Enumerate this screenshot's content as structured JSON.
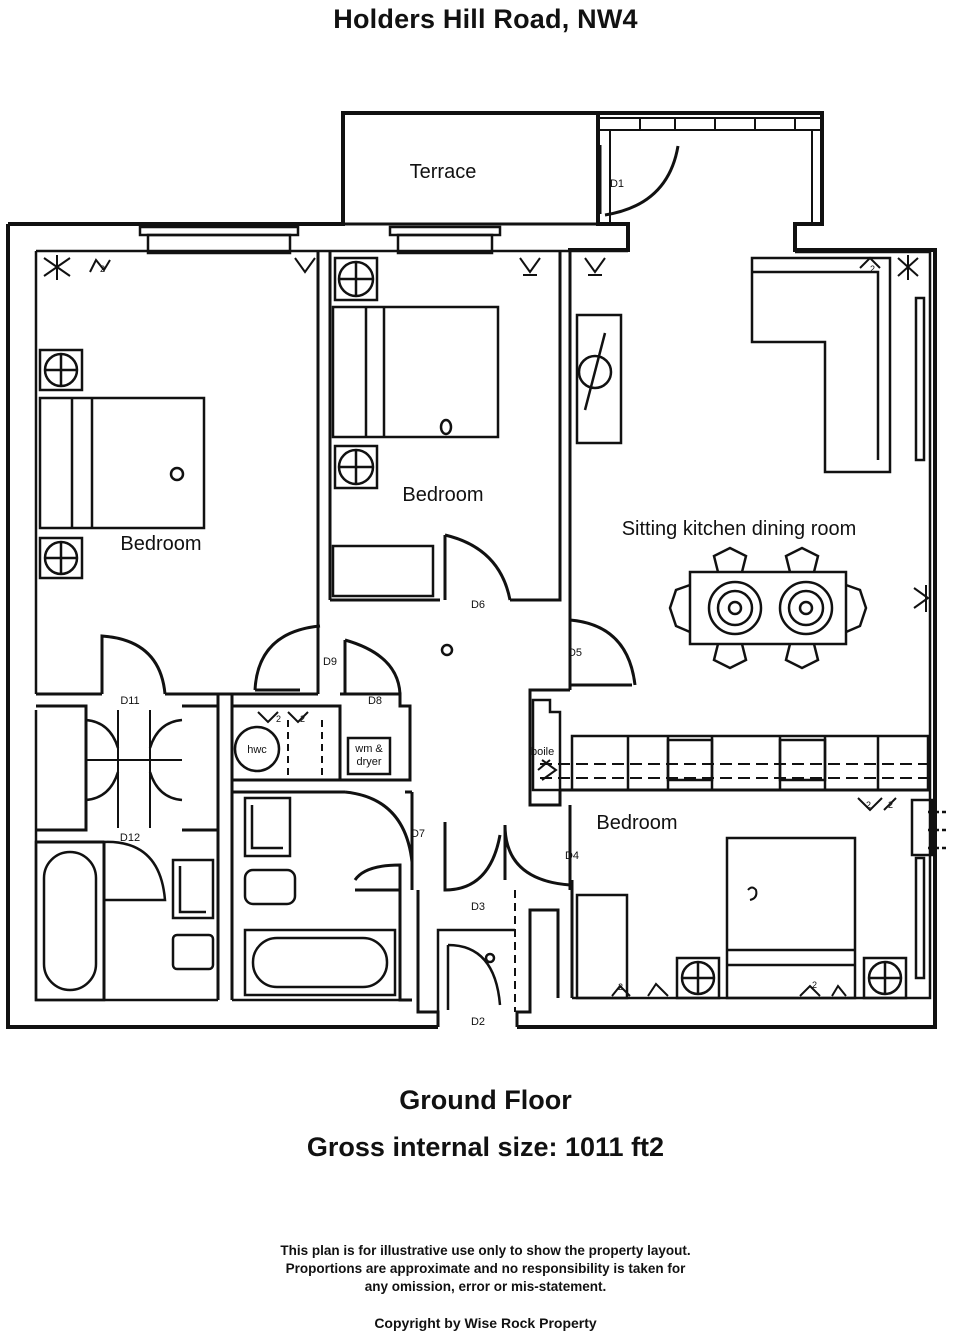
{
  "header": {
    "address": "Holders Hill Road, NW4"
  },
  "rooms": {
    "terrace": "Terrace",
    "bedroom_left": "Bedroom",
    "bedroom_middle": "Bedroom",
    "sitting": "Sitting  kitchen dining room",
    "bedroom_right": "Bedroom",
    "hwc": "hwc",
    "wm_line1": "wm &",
    "wm_line2": "dryer",
    "boiler": "boile"
  },
  "doors": {
    "d1": "D1",
    "d2": "D2",
    "d3": "D3",
    "d4": "D4",
    "d5": "D5",
    "d6": "D6",
    "d7": "D7",
    "d8": "D8",
    "d9": "D9",
    "d11": "D11",
    "d12": "D12"
  },
  "socket_marks": {
    "double": "2"
  },
  "footer": {
    "floor": "Ground Floor",
    "size": "Gross internal size: 1011 ft2",
    "disclaimer_line1": "This plan is for illustrative use only to show the property layout.",
    "disclaimer_line2": "Proportions are approximate and no responsibility is taken for",
    "disclaimer_line3": "any omission, error or mis-statement.",
    "copyright": "Copyright by  Wise Rock Property"
  }
}
